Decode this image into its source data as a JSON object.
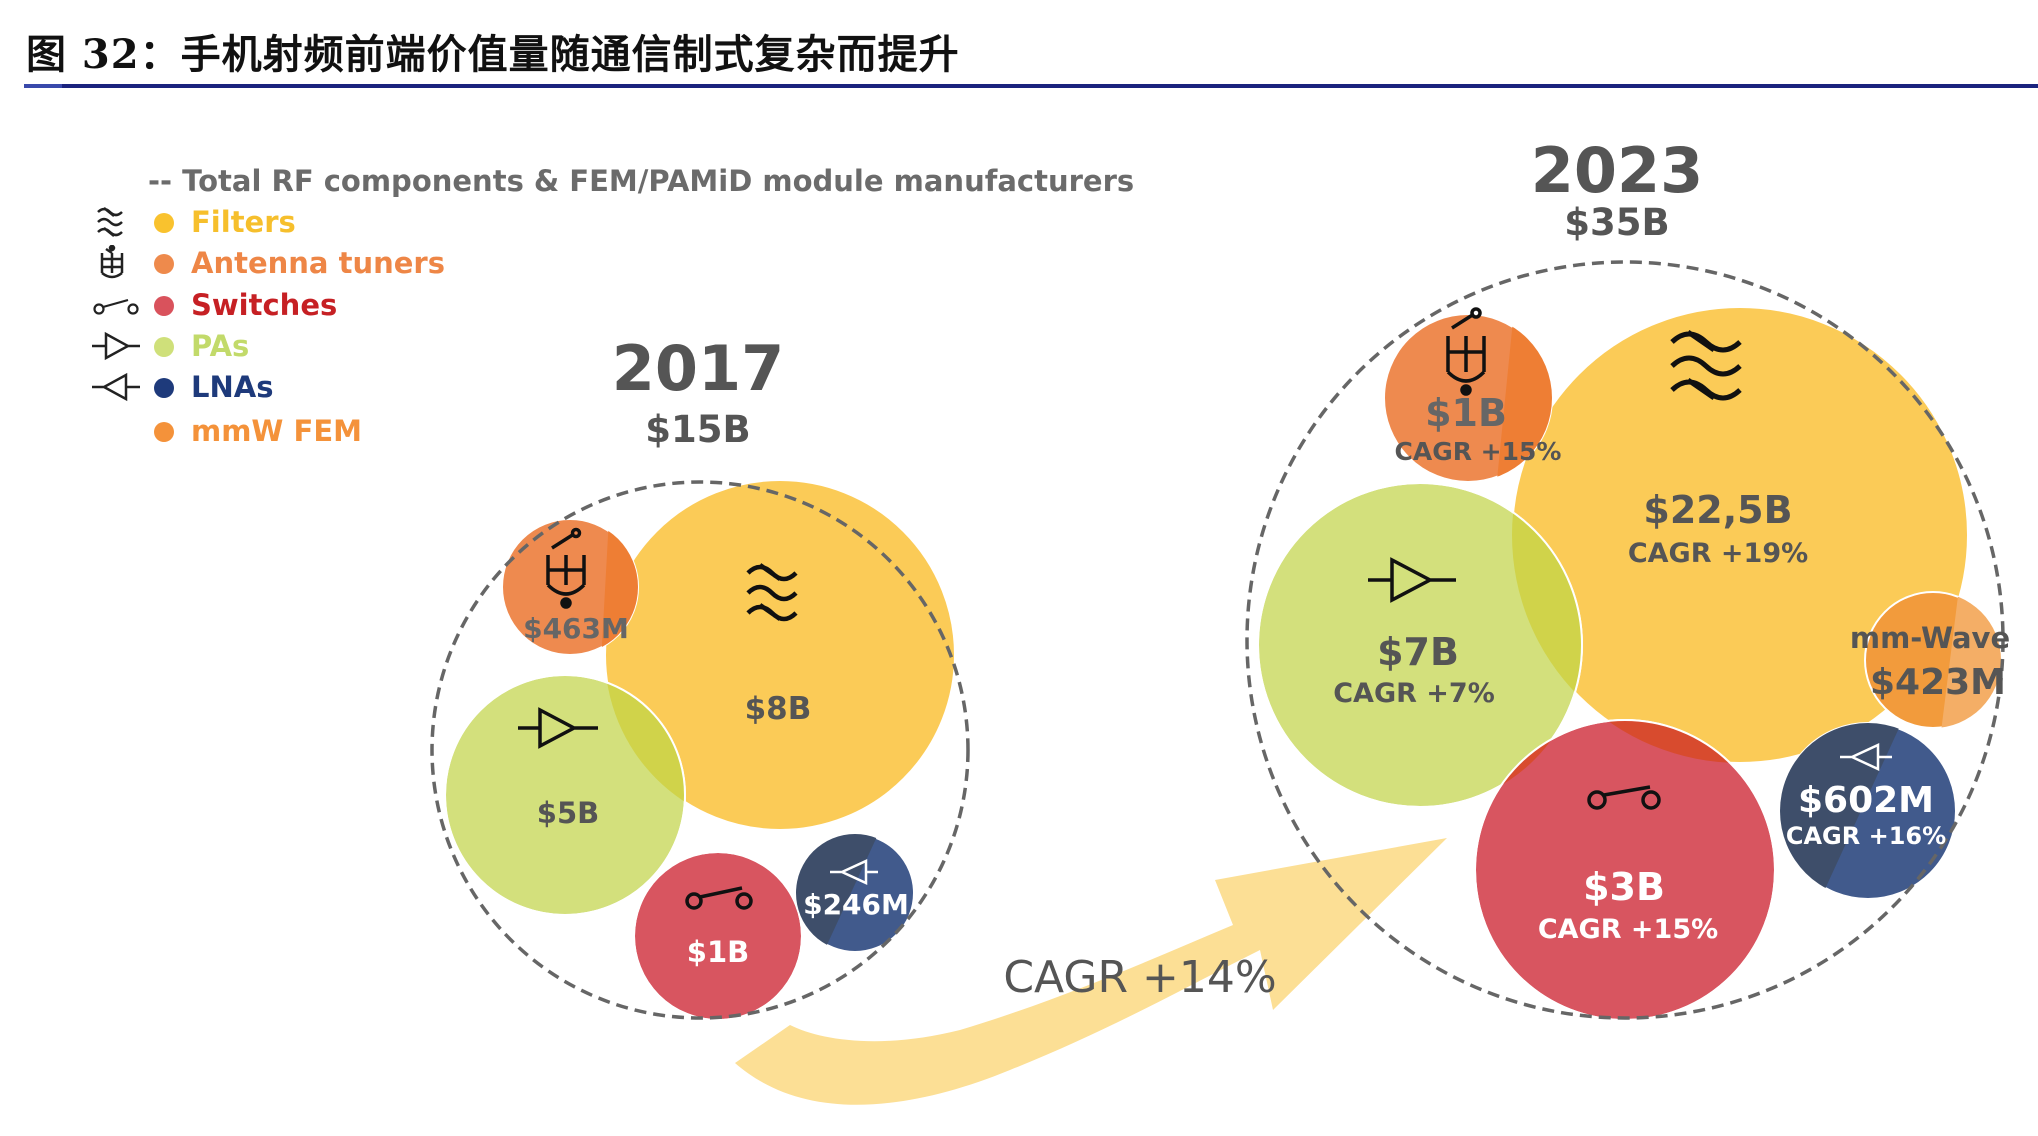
{
  "header": {
    "title": "图 32：手机射频前端价值量随通信制式复杂而提升"
  },
  "legend": {
    "total_label": "-- Total RF components & FEM/PAMiD module manufacturers",
    "items": [
      {
        "label": "Filters",
        "icon": "filter-icon",
        "color": "#F9C22E",
        "text_color": "#F6BF2C"
      },
      {
        "label": "Antenna tuners",
        "icon": "antenna-tuner-icon",
        "color": "#EE8A4C",
        "text_color": "#EE8646"
      },
      {
        "label": "Switches",
        "icon": "switch-icon",
        "color": "#D9525C",
        "text_color": "#C62024"
      },
      {
        "label": "PAs",
        "icon": "power-amplifier-icon",
        "color": "#CFE07A",
        "text_color": "#C2DA6A"
      },
      {
        "label": "LNAs",
        "icon": "low-noise-amplifier-icon",
        "color": "#1E3A7B",
        "text_color": "#1E3A7B"
      },
      {
        "label": "mmW FEM",
        "icon": "",
        "color": "#F4923A",
        "text_color": "#F4923A"
      }
    ]
  },
  "chart_data": {
    "type": "bubble",
    "title": "图 32：手机射频前端价值量随通信制式复杂而提升",
    "categories": [
      "Filters",
      "Antenna tuners",
      "Switches",
      "PAs",
      "LNAs",
      "mmW FEM"
    ],
    "series": [
      {
        "name": "2017",
        "total": "$15B",
        "total_value_usd_b": 15,
        "values_label": [
          "$8B",
          "$463M",
          "$1B",
          "$5B",
          "$246M",
          null
        ],
        "values_usd_m": [
          8000,
          463,
          1000,
          5000,
          246,
          null
        ]
      },
      {
        "name": "2023",
        "total": "$35B",
        "total_value_usd_b": 35,
        "values_label": [
          "$22,5B",
          "$1B",
          "$3B",
          "$7B",
          "$602M",
          "$423M"
        ],
        "values_usd_m": [
          22500,
          1000,
          3000,
          7000,
          602,
          423
        ],
        "cagr": [
          "+19%",
          "+15%",
          "+15%",
          "+7%",
          "+16%",
          null
        ]
      }
    ],
    "overall_cagr": "CAGR +14%",
    "annotations": [
      "mm-Wave"
    ]
  },
  "cluster_2017": {
    "year": "2017",
    "total": "$15B",
    "bubbles": {
      "filters": {
        "value": "$8B"
      },
      "antenna": {
        "value": "$463M"
      },
      "pas": {
        "value": "$5B"
      },
      "switches": {
        "value": "$1B"
      },
      "lnas": {
        "value": "$246M"
      }
    }
  },
  "cluster_2023": {
    "year": "2023",
    "total": "$35B",
    "bubbles": {
      "filters": {
        "value": "$22,5B",
        "cagr": "CAGR +19%"
      },
      "antenna": {
        "value": "$1B",
        "cagr": "CAGR +15%"
      },
      "pas": {
        "value": "$7B",
        "cagr": "CAGR +7%"
      },
      "switches": {
        "value": "$3B",
        "cagr": "CAGR +15%"
      },
      "lnas": {
        "value": "$602M",
        "cagr": "CAGR +16%"
      },
      "mmwave": {
        "label": "mm-Wave",
        "value": "$423M"
      }
    }
  },
  "arrow": {
    "label": "CAGR +14%",
    "color": "#FCDF95"
  },
  "colors": {
    "filters": "#FBCB57",
    "antenna": "#EE8A4F",
    "antenna_dark": "#EE7E34",
    "pas": "#D3E07C",
    "pas_overlap": "#D0D34A",
    "switches": "#D85560",
    "switches_overlap": "#D84B2E",
    "lnas": "#415A8C",
    "lnas_dark": "#3E4E6A",
    "mmwave": "#F29B3C",
    "text_dark": "#555555",
    "dash": "#666666",
    "rule": "#1A237E"
  }
}
